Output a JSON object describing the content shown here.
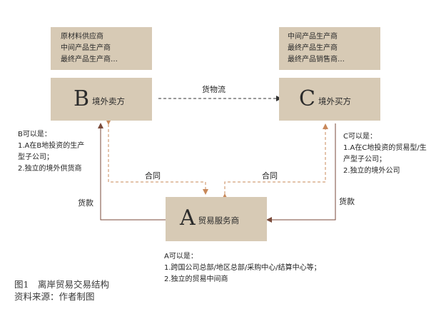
{
  "top_left_box": {
    "lines": [
      "原材料供应商",
      "中间产品生产商",
      "最终产品生产商…"
    ]
  },
  "top_right_box": {
    "lines": [
      "中间产品生产商",
      "最终产品生产商",
      "最终产品销售商…"
    ]
  },
  "node_b": {
    "letter": "B",
    "label": "境外卖方"
  },
  "node_c": {
    "letter": "C",
    "label": "境外买方"
  },
  "node_a": {
    "letter": "A",
    "label": "贸易服务商"
  },
  "edges": {
    "goods_flow": "货物流",
    "contract_left": "合同",
    "contract_right": "合同",
    "payment_left": "货款",
    "payment_right": "货款"
  },
  "note_b": {
    "lines": [
      "B可以是：",
      "1.A在B地投资的生产",
      "型子公司；",
      "2.独立的境外供货商"
    ]
  },
  "note_c": {
    "lines": [
      "C可以是：",
      "1.A在C地投资的贸易型/生",
      "产型子公司；",
      "2.独立的境外公司"
    ]
  },
  "note_a": {
    "lines": [
      "A可以是：",
      "1.跨国公司总部/地区总部/采购中心/结算中心等；",
      "2.独立的贸易中间商"
    ]
  },
  "caption": {
    "title": "图1　离岸贸易交易结构",
    "source": "资料来源：作者制图"
  },
  "colors": {
    "box_fill": "#d7cab5",
    "contract_line": "#c8885a",
    "payment_line": "#7a4a3a",
    "goods_line": "#333333"
  }
}
